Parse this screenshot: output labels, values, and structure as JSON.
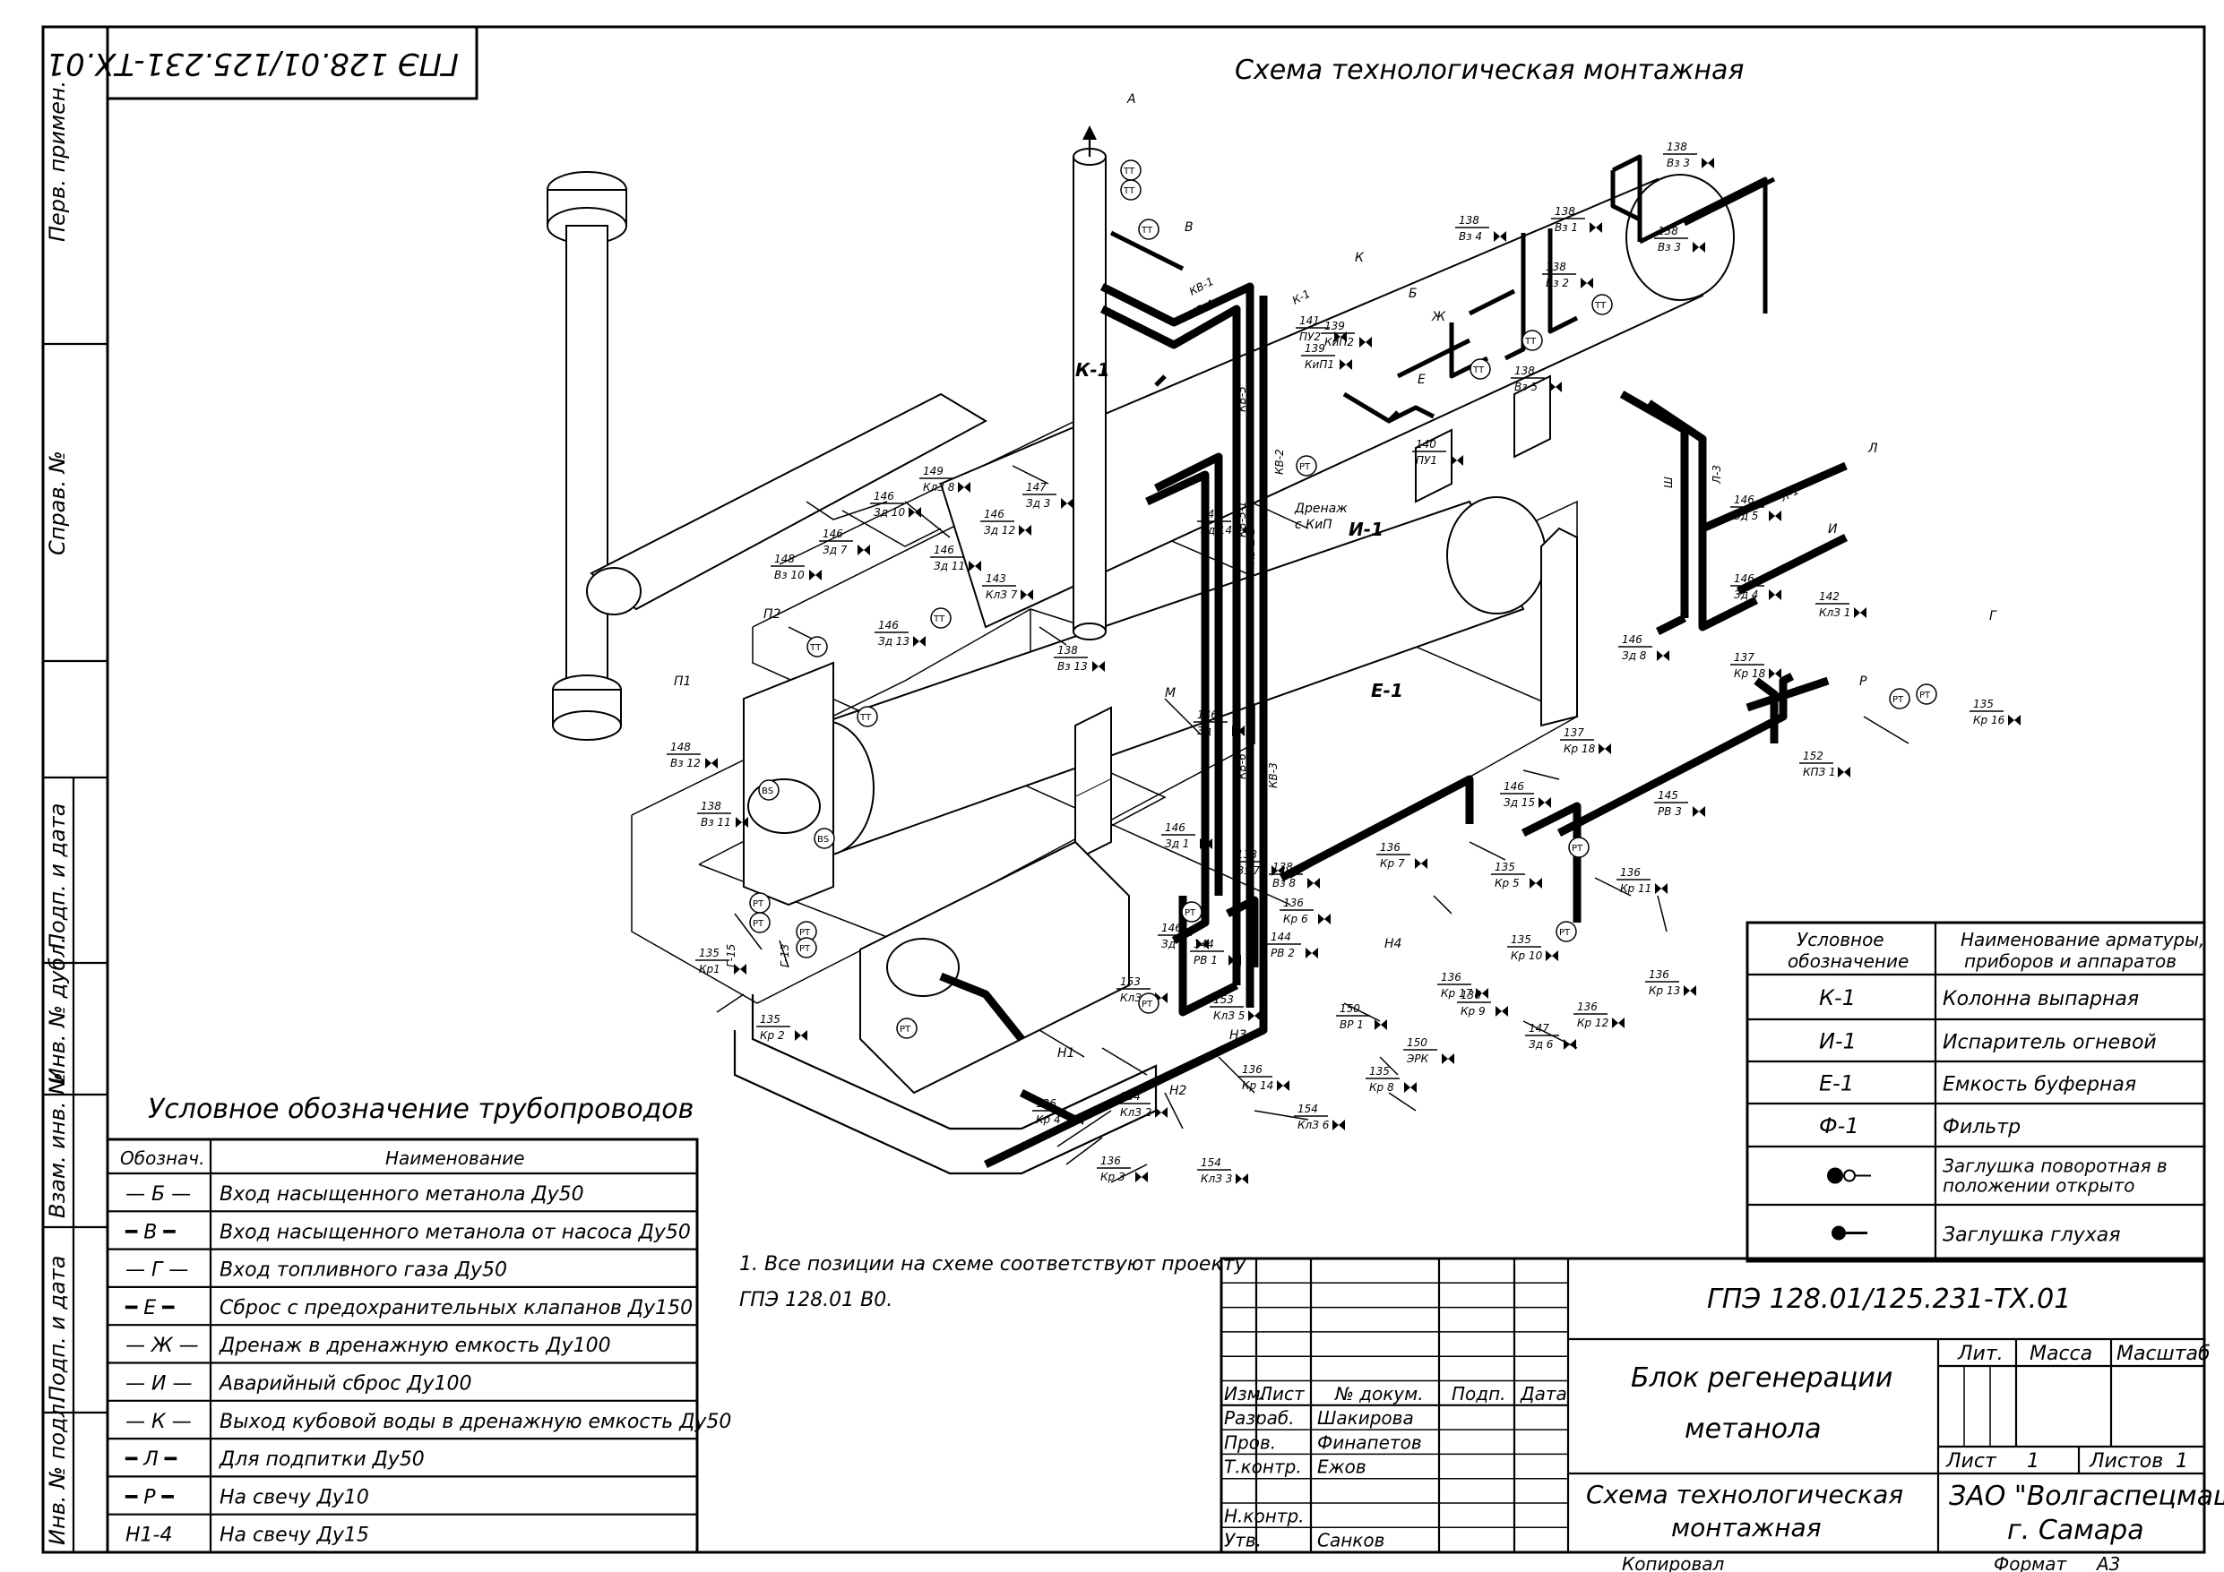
{
  "drawing_code": "ГПЭ 128.01/125.231-ТХ.01",
  "drawing_code_rotated": "ГПЭ 128.01/125.231-ТХ.01",
  "diagram_title": "Схема технологическая монтажная",
  "note": "1. Все позиции на схеме соответствуют проекту ГПЭ 128.01 В0.",
  "left_strip": [
    "Перв. примен.",
    "Справ. №",
    "Подп. и дата",
    "Инв. № дубл.",
    "Взам. инв. №",
    "Подп. и дата",
    "Инв. № подл."
  ],
  "pipe_legend": {
    "title": "Условное обозначение трубопроводов",
    "col_code": "Обознач.",
    "col_name": "Наименование",
    "rows": [
      {
        "code": "— Б —",
        "name": "Вход насыщенного метанола Ду50"
      },
      {
        "code": "━ В ━",
        "name": "Вход насыщенного метанола от насоса Ду50"
      },
      {
        "code": "— Г —",
        "name": "Вход топливного газа Ду50"
      },
      {
        "code": "━ Е ━",
        "name": "Сброс с предохранительных клапанов Ду150"
      },
      {
        "code": "— Ж —",
        "name": "Дренаж в дренажную емкость Ду100"
      },
      {
        "code": "— И —",
        "name": "Аварийный сброс Ду100"
      },
      {
        "code": "— К —",
        "name": "Выход кубовой воды в дренажную емкость Ду50"
      },
      {
        "code": "━ Л ━",
        "name": "Для подпитки Ду50"
      },
      {
        "code": "━ Р ━",
        "name": "На свечу Ду10"
      },
      {
        "code": "Н1-4",
        "name": "На свечу Ду15"
      }
    ]
  },
  "equipment_legend": {
    "col_code": "Условное обозначение",
    "col_name": "Наименование арматуры, приборов и аппаратов",
    "rows": [
      {
        "code": "К-1",
        "name": "Колонна выпарная"
      },
      {
        "code": "И-1",
        "name": "Испаритель огневой"
      },
      {
        "code": "Е-1",
        "name": "Емкость буферная"
      },
      {
        "code": "Ф-1",
        "name": "Фильтр"
      },
      {
        "code": "",
        "name": "Заглушка поворотная в положении открыто"
      },
      {
        "code": "",
        "name": "Заглушка глухая"
      }
    ]
  },
  "title_block": {
    "code": "ГПЭ 128.01/125.231-ТХ.01",
    "object_name": "Блок регенерации метанола",
    "doc_name": "Схема технологическая монтажная",
    "col_headers": [
      "Изм.",
      "Лист",
      "№ докум.",
      "Подп.",
      "Дата"
    ],
    "roles": [
      {
        "role": "Разраб.",
        "name": "Шакирова"
      },
      {
        "role": "Пров.",
        "name": "Финапетов"
      },
      {
        "role": "Т.контр.",
        "name": "Ежов"
      },
      {
        "role": "Н.контр.",
        "name": ""
      },
      {
        "role": "Утв.",
        "name": "Санков"
      }
    ],
    "lit_label": "Лит.",
    "mass_label": "Масса",
    "scale_label": "Масштаб",
    "sheet_label": "Лист",
    "sheet_value": "1",
    "sheets_label": "Листов",
    "sheets_value": "1",
    "company": "ЗАО \"Волгаспецмаш\"",
    "city": "г. Самара",
    "copied": "Копировал",
    "format_label": "Формат",
    "format_value": "А3"
  },
  "equipment_labels": {
    "column": "К-1",
    "evaporator": "И-1",
    "tank": "Е-1"
  },
  "stream_labels": [
    "А",
    "В",
    "К",
    "Б",
    "Ж",
    "Е",
    "Л",
    "И",
    "Р",
    "Г",
    "М",
    "П1",
    "П2",
    "Н1",
    "Н2",
    "Н3",
    "Н4"
  ],
  "line_codes": [
    "КВ-1",
    "КВ-4",
    "КВ-5",
    "КВ-2",
    "КВ-5-1",
    "КВ-2-1",
    "КВ-6",
    "КВ-3",
    "К-1",
    "Л-1",
    "Л-3",
    "Ш",
    "Г-15",
    "Г-13"
  ],
  "valve_tags": [
    {
      "num": "138",
      "code": "Вз 3"
    },
    {
      "num": "138",
      "code": "Вз 1"
    },
    {
      "num": "138",
      "code": "Вз 4"
    },
    {
      "num": "138",
      "code": "Вз 3"
    },
    {
      "num": "138",
      "code": "Вз 2"
    },
    {
      "num": "138",
      "code": "Вз 5"
    },
    {
      "num": "141",
      "code": "ПУ2"
    },
    {
      "num": "139",
      "code": "КиП2"
    },
    {
      "num": "139",
      "code": "КиП1"
    },
    {
      "num": "140",
      "code": "ПУ1"
    },
    {
      "num": "149",
      "code": "КлЗ 8"
    },
    {
      "num": "147",
      "code": "Зд 3"
    },
    {
      "num": "146",
      "code": "Зд 10"
    },
    {
      "num": "146",
      "code": "Зд 12"
    },
    {
      "num": "146",
      "code": "Зд 7"
    },
    {
      "num": "146",
      "code": "Зд 11"
    },
    {
      "num": "143",
      "code": "КлЗ 7"
    },
    {
      "num": "148",
      "code": "Вз 10"
    },
    {
      "num": "146",
      "code": "Зд 13"
    },
    {
      "num": "138",
      "code": "Вз 13"
    },
    {
      "num": "147",
      "code": "Зд 14"
    },
    {
      "num": "146",
      "code": "Зд 5"
    },
    {
      "num": "146",
      "code": "Зд 4"
    },
    {
      "num": "142",
      "code": "КлЗ 1"
    },
    {
      "num": "146",
      "code": "Зд 8"
    },
    {
      "num": "137",
      "code": "Кр 18"
    },
    {
      "num": "148",
      "code": "Вз 12"
    },
    {
      "num": "146",
      "code": "Зд 9"
    },
    {
      "num": "135",
      "code": "Кр 16"
    },
    {
      "num": "152",
      "code": "КПЗ 1"
    },
    {
      "num": "137",
      "code": "Кр 18"
    },
    {
      "num": "138",
      "code": "Вз 11"
    },
    {
      "num": "146",
      "code": "Зд 15"
    },
    {
      "num": "145",
      "code": "РВ 3"
    },
    {
      "num": "146",
      "code": "Зд 1"
    },
    {
      "num": "138",
      "code": "Вз 7"
    },
    {
      "num": "138",
      "code": "Вз 8"
    },
    {
      "num": "136",
      "code": "Кр 7"
    },
    {
      "num": "135",
      "code": "Кр 5"
    },
    {
      "num": "136",
      "code": "Кр 11"
    },
    {
      "num": "136",
      "code": "Кр 6"
    },
    {
      "num": "146",
      "code": "Зд 2"
    },
    {
      "num": "144",
      "code": "РВ 1"
    },
    {
      "num": "144",
      "code": "РВ 2"
    },
    {
      "num": "135",
      "code": "Кр 10"
    },
    {
      "num": "135",
      "code": "Кр1"
    },
    {
      "num": "135",
      "code": "Кр 2"
    },
    {
      "num": "153",
      "code": "КлЗ 4"
    },
    {
      "num": "153",
      "code": "КлЗ 5"
    },
    {
      "num": "150",
      "code": "ВР 1"
    },
    {
      "num": "136",
      "code": "Кр 17"
    },
    {
      "num": "136",
      "code": "Кр 9"
    },
    {
      "num": "136",
      "code": "Кр 13"
    },
    {
      "num": "136",
      "code": "Кр 12"
    },
    {
      "num": "147",
      "code": "Зд 6"
    },
    {
      "num": "150",
      "code": "ЭРК"
    },
    {
      "num": "135",
      "code": "Кр 8"
    },
    {
      "num": "136",
      "code": "Кр 14"
    },
    {
      "num": "154",
      "code": "КлЗ 6"
    },
    {
      "num": "154",
      "code": "КлЗ 2"
    },
    {
      "num": "136",
      "code": "Кр 4"
    },
    {
      "num": "136",
      "code": "Кр 3"
    },
    {
      "num": "154",
      "code": "КлЗ 3"
    }
  ],
  "instrument_tags": [
    "ТТ",
    "ТТ",
    "ТТ",
    "ТТ",
    "ТТ",
    "ТТ",
    "ТТ",
    "ТТ",
    "ТТ",
    "РТ",
    "ВS",
    "ВS",
    "РТ",
    "РТ",
    "РТ",
    "РТ",
    "РТ",
    "РТ",
    "РТ",
    "РТ",
    "РТ",
    "РТ",
    "РТ"
  ],
  "note_drain": "Дренаж с КиП"
}
